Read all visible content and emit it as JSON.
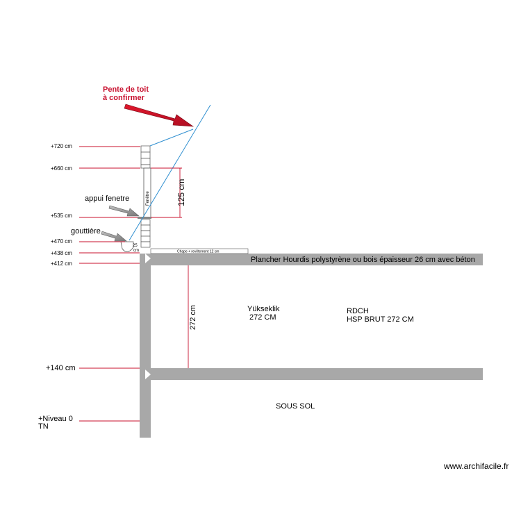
{
  "levels": {
    "l720": "+720 cm",
    "l660": "+660 cm",
    "l535": "+535 cm",
    "l470": "+470 cm",
    "l438": "+438 cm",
    "l412": "+412 cm",
    "l140": "+140 cm",
    "niveau0_line1": "+Niveau 0",
    "niveau0_line2": "TN"
  },
  "annotations": {
    "roof_slope_line1": "Pente de toit",
    "roof_slope_line2": "à confirmer",
    "window_sill": "appui fenetre",
    "gutter": "gouttière",
    "window": "Fenêtre",
    "gutter_size_line1": "25",
    "gutter_size_line2": "cm",
    "screed": "Chape + revêtement 12 cm",
    "floor_slab": "Plancher Hourdis polystyrène ou bois épaisseur 26 cm avec béton"
  },
  "dimensions": {
    "window_height": "125 cm",
    "ground_floor_height": "272 cm"
  },
  "rooms": {
    "rdch_line1": "RDCH",
    "rdch_line2": "HSP BRUT 272 CM",
    "yukseklik_line1": "Yükseklik",
    "yukseklik_line2": "272 CM",
    "basement": "SOUS SOL"
  },
  "footer": {
    "watermark": "www.archifacile.fr"
  },
  "colors": {
    "slab": "#a8a8a8",
    "level_line": "#c8102e",
    "roof_line": "#2f8fd0",
    "arrow_red": "#c8102e",
    "arrow_grey": "#8c8c8c"
  }
}
